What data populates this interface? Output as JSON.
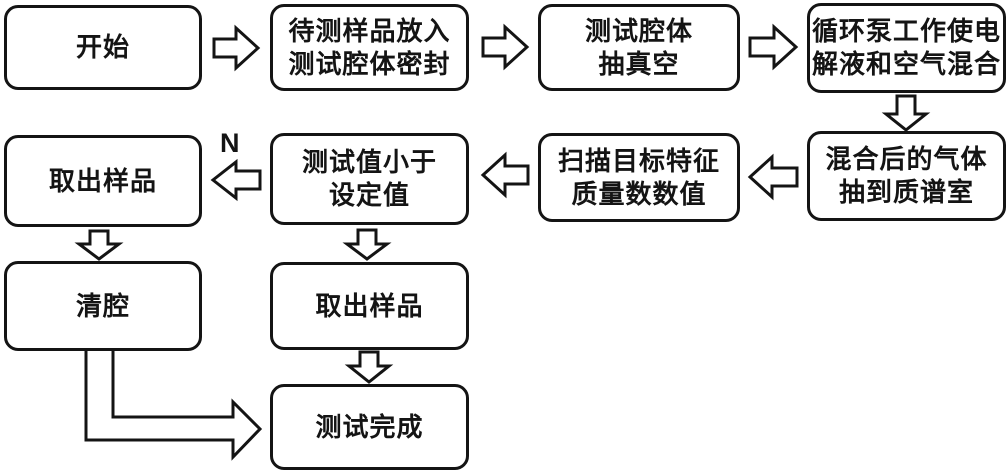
{
  "diagram_type": "flowchart",
  "nodes": {
    "start": {
      "text": "开始"
    },
    "place_sample": {
      "text": "待测样品放入\n测试腔体密封"
    },
    "vacuum": {
      "text": "测试腔体\n抽真空"
    },
    "pump_mix": {
      "text": "循环泵工作使电\n解液和空气混合"
    },
    "gas_to_ms": {
      "text": "混合后的气体\n抽到质谱室"
    },
    "scan_mass": {
      "text": "扫描目标特征\n质量数数值"
    },
    "compare": {
      "text": "测试值小于\n设定值"
    },
    "remove_sample_no": {
      "text": "取出样品"
    },
    "clean_chamber": {
      "text": "清腔"
    },
    "remove_sample_yes": {
      "text": "取出样品"
    },
    "test_done": {
      "text": "测试完成"
    }
  },
  "labels": {
    "no_branch": "N"
  },
  "edges": [
    {
      "from": "start",
      "to": "place_sample",
      "direction": "right",
      "label": ""
    },
    {
      "from": "place_sample",
      "to": "vacuum",
      "direction": "right",
      "label": ""
    },
    {
      "from": "vacuum",
      "to": "pump_mix",
      "direction": "right",
      "label": ""
    },
    {
      "from": "pump_mix",
      "to": "gas_to_ms",
      "direction": "down",
      "label": ""
    },
    {
      "from": "gas_to_ms",
      "to": "scan_mass",
      "direction": "left",
      "label": ""
    },
    {
      "from": "scan_mass",
      "to": "compare",
      "direction": "left",
      "label": ""
    },
    {
      "from": "compare",
      "to": "remove_sample_no",
      "direction": "left",
      "label": "N"
    },
    {
      "from": "remove_sample_no",
      "to": "clean_chamber",
      "direction": "down",
      "label": ""
    },
    {
      "from": "compare",
      "to": "remove_sample_yes",
      "direction": "down",
      "label": ""
    },
    {
      "from": "remove_sample_yes",
      "to": "test_done",
      "direction": "down",
      "label": ""
    },
    {
      "from": "clean_chamber",
      "to": "test_done",
      "direction": "down-right-elbow",
      "label": ""
    }
  ],
  "colors": {
    "stroke": "#141414",
    "background": "#ffffff"
  }
}
